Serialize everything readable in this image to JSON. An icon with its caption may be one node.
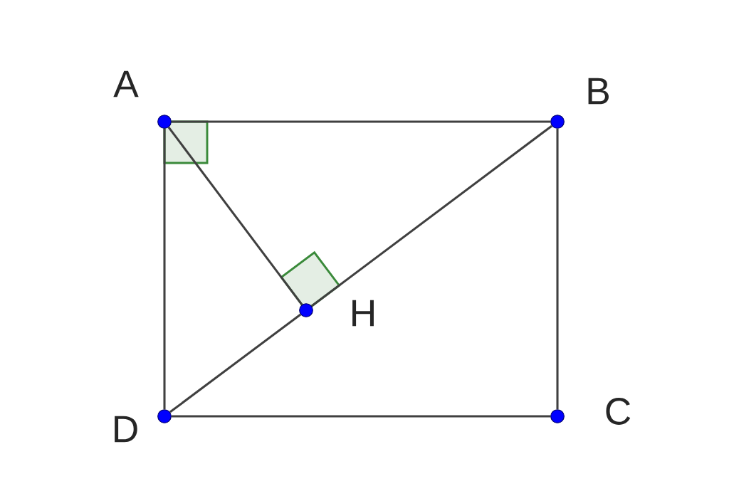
{
  "diagram": {
    "nodes": [
      {
        "text": [],
        "shape": "circle",
        "beside": [
          "A"
        ]
      },
      {
        "text": [],
        "shape": "circle",
        "beside": [
          "B"
        ]
      },
      {
        "text": [],
        "shape": "circle",
        "beside": [
          "C"
        ]
      },
      {
        "text": [],
        "shape": "circle",
        "beside": [
          "D"
        ]
      },
      {
        "text": [],
        "shape": "circle",
        "beside": [
          "H"
        ]
      }
    ],
    "edges": [
      {
        "from": 0,
        "to": 1,
        "arrow": "none"
      },
      {
        "from": 1,
        "to": 2,
        "arrow": "none"
      },
      {
        "from": 2,
        "to": 3,
        "arrow": "none"
      },
      {
        "from": 3,
        "to": 0,
        "arrow": "none"
      },
      {
        "from": 3,
        "to": 4,
        "arrow": "none"
      },
      {
        "from": 4,
        "to": 1,
        "arrow": "none"
      },
      {
        "from": 0,
        "to": 4,
        "arrow": "none"
      }
    ]
  }
}
